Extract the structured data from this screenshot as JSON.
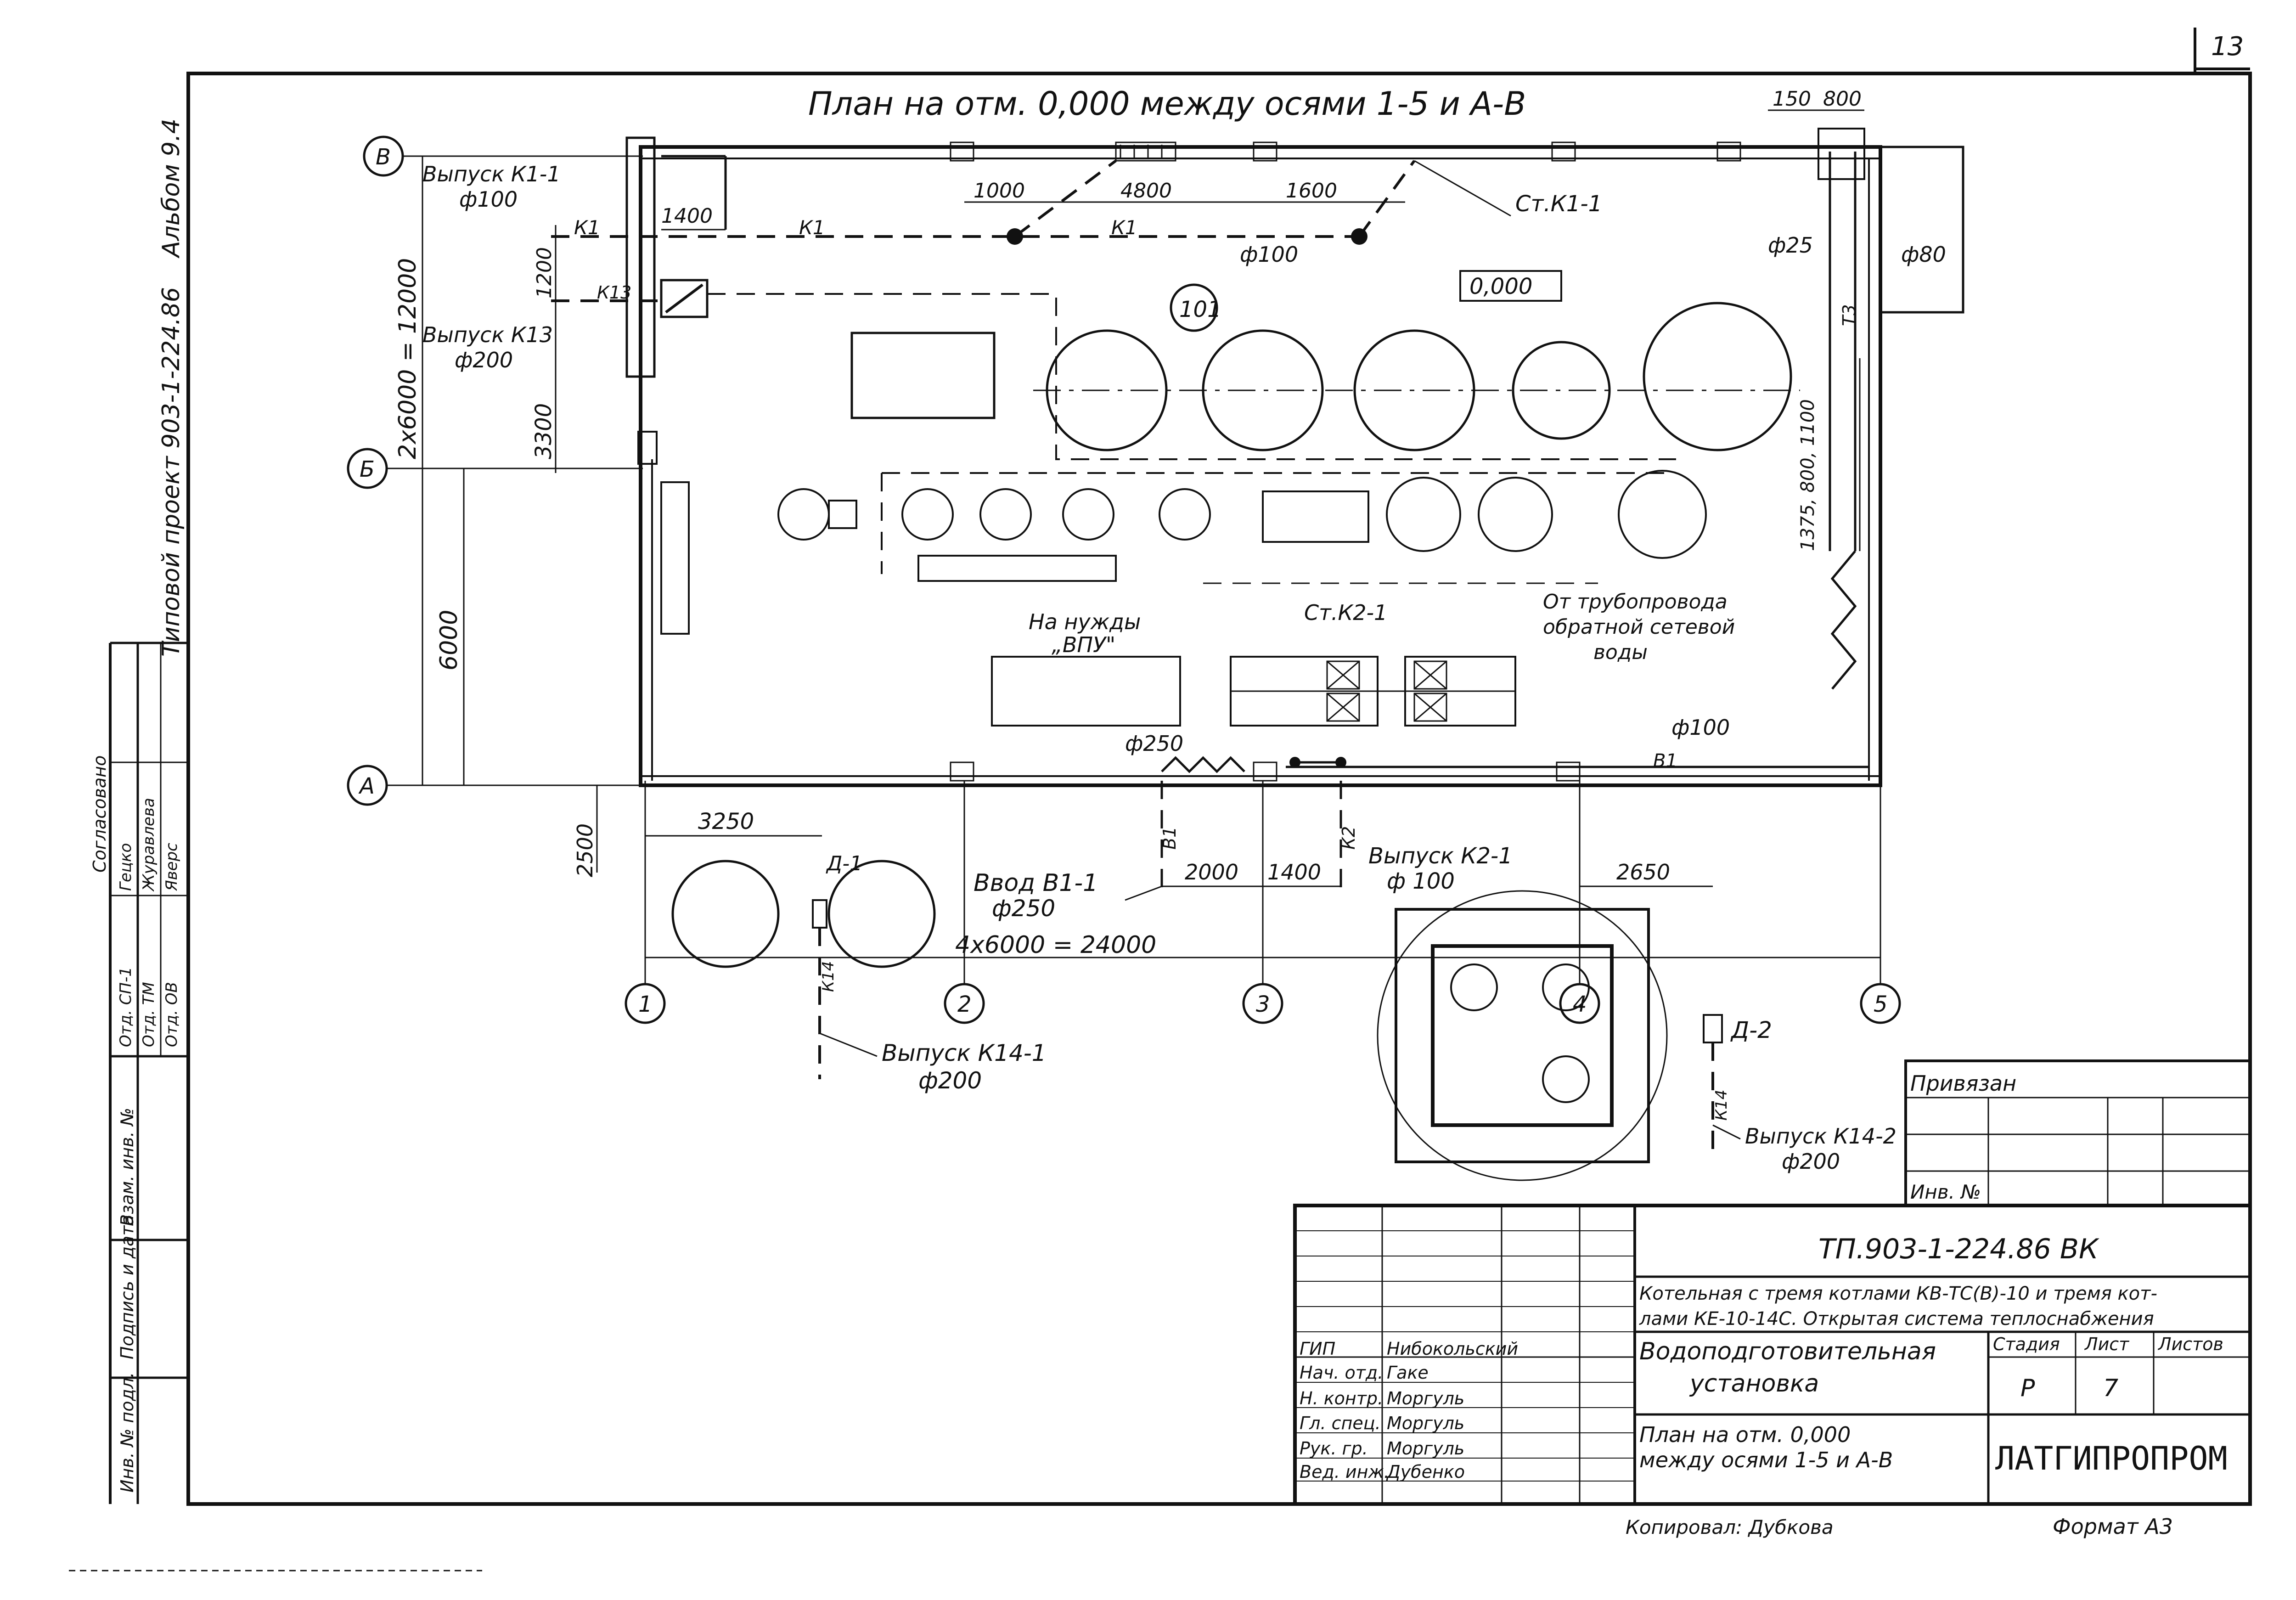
{
  "sheet_number": "13",
  "title": "План на отм. 0,000 между осями 1-5 и А-В",
  "side_labels": {
    "album": "Альбом 9.4",
    "project": "Типовой проект 903-1-224.86"
  },
  "axes": {
    "rows": [
      "В",
      "Б",
      "А"
    ],
    "cols": [
      "1",
      "2",
      "3",
      "4",
      "5"
    ]
  },
  "dimensions": {
    "d150": "150",
    "d800": "800",
    "d1400": "1400",
    "d1000": "1000",
    "d4800": "4800",
    "d1600": "1600",
    "d1200": "1200",
    "d3300": "3300",
    "d2x6000": "2x6000 = 12000",
    "d6000": "6000",
    "d2500": "2500",
    "d3250": "3250",
    "d2000": "2000",
    "d1400b": "1400",
    "d2650": "2650",
    "d4x6000": "4x6000 = 24000",
    "d1375": "1375, 800, 1100"
  },
  "labels": {
    "vypusk_k1_1": "Выпуск К1-1",
    "phi100_a": "ф100",
    "vypusk_k13": "Выпуск К13",
    "phi200_a": "ф200",
    "k1_a": "К1",
    "k1_b": "К1",
    "k1_c": "К1",
    "k13": "К13",
    "st_k1_1": "Ст.К1-1",
    "phi100_b": "ф100",
    "phi25": "ф25",
    "phi80": "ф80",
    "t3": "Т3",
    "room_101": "101",
    "elev_0000": "0,000",
    "na_nuzhdy": "На нужды",
    "vpu": "„ВПУ\"",
    "st_k2_1": "Ст.К2-1",
    "ot_truboprovoda_1": "От трубопровода",
    "ot_truboprovoda_2": "обратной сетевой",
    "ot_truboprovoda_3": "воды",
    "phi250_a": "ф250",
    "phi100_c": "ф100",
    "b1_a": "В1",
    "b1_b": "В1",
    "k2": "К2",
    "vvod_b1_1": "Ввод В1-1",
    "phi250_b": "ф250",
    "vypusk_k2_1": "Выпуск К2-1",
    "phi100_d": "ф 100",
    "d1": "Д-1",
    "d2": "Д-2",
    "k14_a": "К14",
    "k14_b": "К14",
    "vypusk_k14_1": "Выпуск К14-1",
    "phi200_b": "ф200",
    "vypusk_k14_2": "Выпуск К14-2",
    "phi200_c": "ф200"
  },
  "left_stamp": {
    "rows": [
      {
        "label": "Инв. № подл.",
        "value": ""
      },
      {
        "label": "Подпись и дата",
        "value": ""
      },
      {
        "label": "Взам. инв. №",
        "value": ""
      }
    ],
    "dept_rows": [
      {
        "col1": "Отд. СП-1",
        "col2": "Гецко"
      },
      {
        "col1": "Отд. ТМ",
        "col2": "Журавлева"
      },
      {
        "col1": "Отд. ОВ",
        "col2": "Яверс"
      }
    ],
    "dept_header": "Согласовано"
  },
  "privyazan": {
    "title": "Привязан",
    "inv": "Инв. №"
  },
  "title_block": {
    "code": "ТП.903-1-224.86   ВК",
    "project_line1": "Котельная с тремя котлами КВ-ТС(В)-10 и тремя кот-",
    "project_line2": "лами КЕ-10-14С. Открытая система теплоснабжения",
    "drawing_name_1": "Водоподготовительная",
    "drawing_name_2": "установка",
    "sheet_title_1": "План на отм. 0,000",
    "sheet_title_2": "между осями 1-5 и А-В",
    "stage_label": "Стадия",
    "sheet_label": "Лист",
    "sheets_label": "Листов",
    "stage": "Р",
    "sheet": "7",
    "sheets": "",
    "org": "ЛАТГИПРОПРОМ",
    "copied": "Копировал: Дубкова",
    "format": "Формат А3",
    "staff": [
      {
        "role": "ГИП",
        "name": "Нибокольский"
      },
      {
        "role": "Нач. отд.",
        "name": "Гаке"
      },
      {
        "role": "Н. контр.",
        "name": "Моргуль"
      },
      {
        "role": "Гл. спец.",
        "name": "Моргуль"
      },
      {
        "role": "Рук. гр.",
        "name": "Моргуль"
      },
      {
        "role": "Вед. инж.",
        "name": "Дубенко"
      }
    ]
  }
}
